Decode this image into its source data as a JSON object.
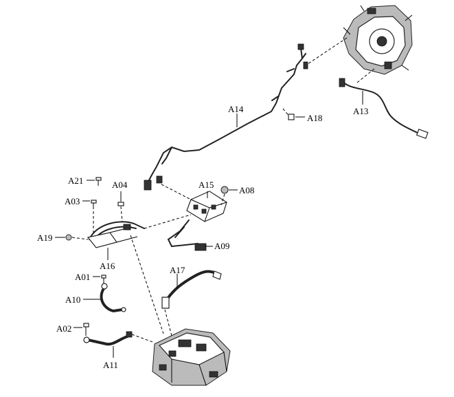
{
  "labels": {
    "a01": "A01",
    "a02": "A02",
    "a03": "A03",
    "a04": "A04",
    "a08": "A08",
    "a09": "A09",
    "a10": "A10",
    "a11": "A11",
    "a13": "A13",
    "a14": "A14",
    "a15": "A15",
    "a16": "A16",
    "a17": "A17",
    "a18": "A18",
    "a19": "A19",
    "a21": "A21"
  }
}
